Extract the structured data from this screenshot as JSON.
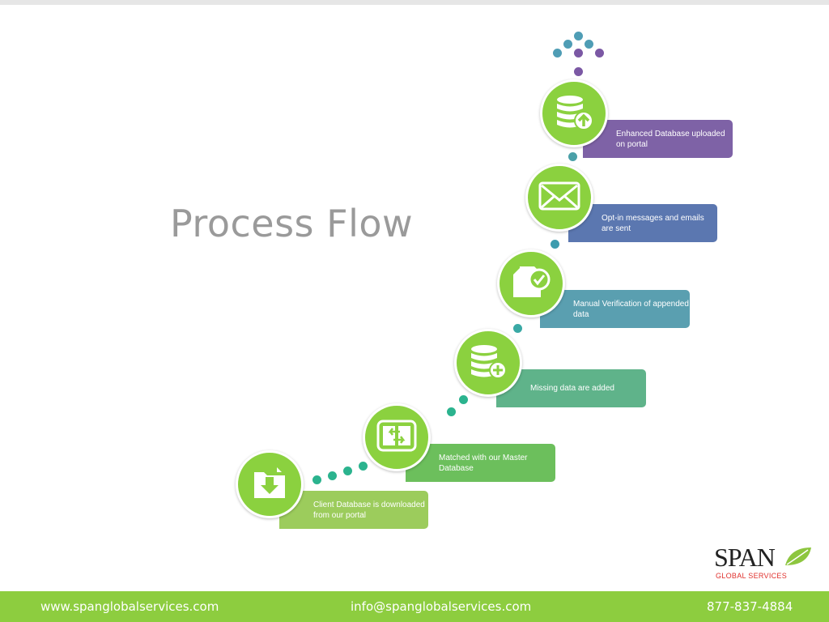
{
  "title": "Process Flow",
  "steps": [
    {
      "label": "Client Database is downloaded from our portal",
      "color": "#9ccc5c"
    },
    {
      "label": "Matched with our Master Database",
      "color": "#6cbf5c"
    },
    {
      "label": "Missing data are added",
      "color": "#5fb38a"
    },
    {
      "label": "Manual Verification of appended data",
      "color": "#5a9fb0"
    },
    {
      "label": "Opt-in messages and emails are sent",
      "color": "#5b77b0"
    },
    {
      "label": "Enhanced Database uploaded on portal",
      "color": "#7e62a6"
    }
  ],
  "icons": [
    "folder-download-icon",
    "file-transfer-icon",
    "database-add-icon",
    "document-check-icon",
    "envelope-icon",
    "database-upload-icon"
  ],
  "circle_color": "#8bd13f",
  "footer": {
    "website": "www.spanglobalservices.com",
    "email": "info@spanglobalservices.com",
    "phone": "877-837-4884",
    "color": "#8dcd3f"
  },
  "logo": {
    "name": "SPAN",
    "subtitle": "GLOBAL SERVICES"
  }
}
